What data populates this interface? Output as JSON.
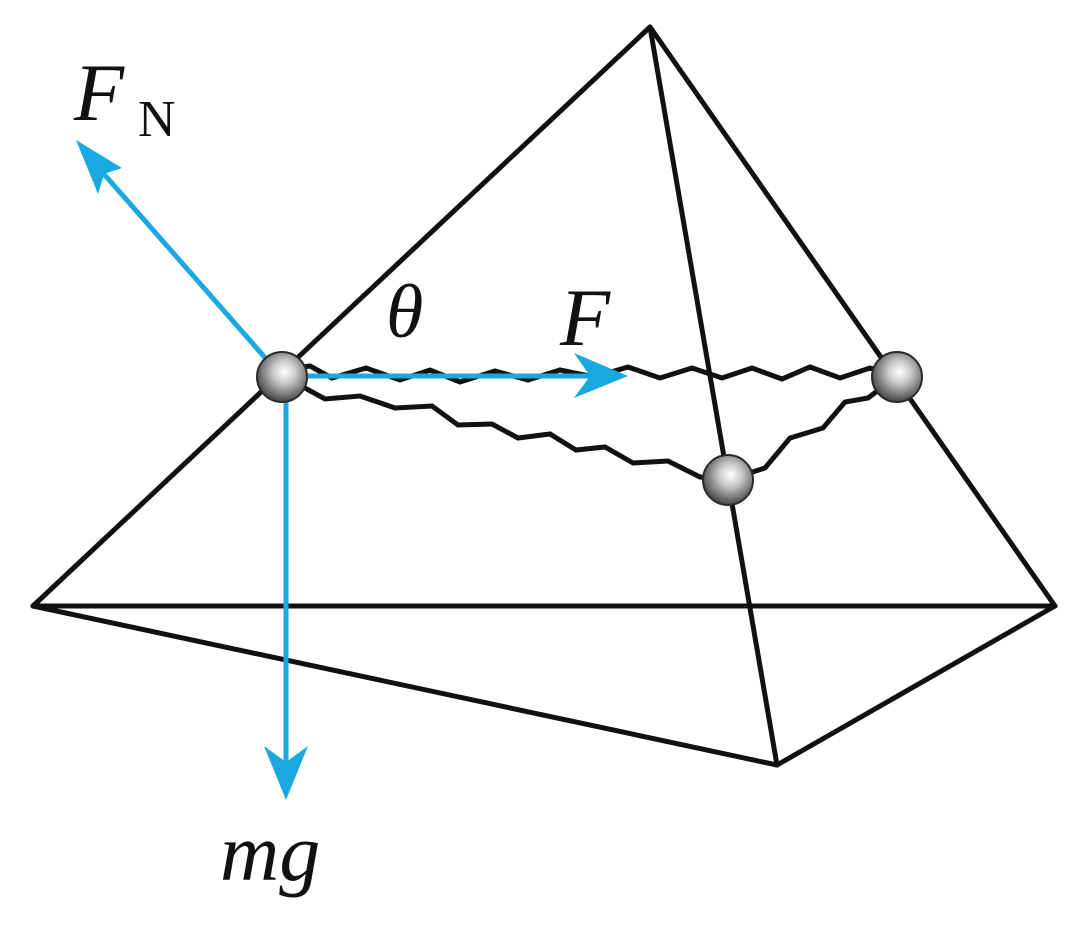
{
  "labels": {
    "normal_force_main": "F",
    "normal_force_sub": "N",
    "angle": "θ",
    "applied_force": "F",
    "weight": "mg"
  },
  "colors": {
    "force_arrow": "#1aa8e0",
    "edge": "#111111",
    "bead_light": "#f2f2f2",
    "bead_dark": "#3a3a3a"
  }
}
